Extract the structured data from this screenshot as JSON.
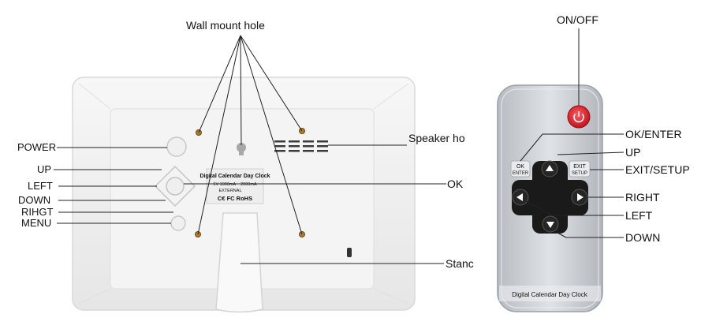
{
  "frame": {
    "labels": {
      "wall_mount_hole": "Wall mount hole",
      "speaker_hole": "Speaker ho",
      "power": "POWER",
      "up": "UP",
      "left": "LEFT",
      "down": "DOWN",
      "right": "RIHGT",
      "menu": "MENU",
      "ok": "OK",
      "stand": "Stanc"
    },
    "sticker": {
      "line1": "Digital Calendar Day Clock",
      "line2": "5V 1000mA ~ 2000mA",
      "line3": "EXTERNAL",
      "line4": "C€ FC RoHS"
    }
  },
  "remote": {
    "labels": {
      "on_off": "ON/OFF",
      "ok_enter": "OK/ENTER",
      "up": "UP",
      "exit_setup": "EXIT/SETUP",
      "right": "RIGHT",
      "left": "LEFT",
      "down": "DOWN"
    },
    "button_ok": {
      "line1": "OK",
      "line2": "ENTER"
    },
    "button_exit": {
      "line1": "EXIT",
      "line2": "SETUP"
    },
    "brand": "Digital Calendar Day Clock"
  },
  "colors": {
    "power_button": "#d8222c",
    "dpad": "#1a1a1a",
    "remote_body": "#c9ccd1"
  }
}
